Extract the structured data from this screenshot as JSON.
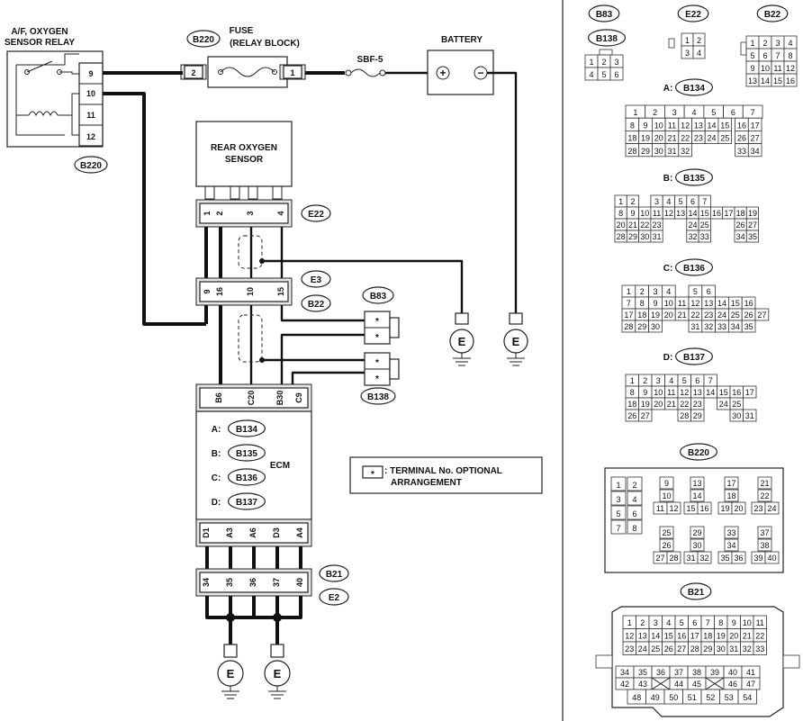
{
  "labels": {
    "relay_title_1": "A/F, OXYGEN",
    "relay_title_2": "SENSOR RELAY",
    "fuse_title_1": "FUSE",
    "fuse_title_2": "(RELAY BLOCK)",
    "sbf": "SBF-5",
    "battery": "BATTERY",
    "rear_o2_1": "REAR OXYGEN",
    "rear_o2_2": "SENSOR",
    "ecm": "ECM",
    "legend_star": "*",
    "legend_1": ": TERMINAL No. OPTIONAL",
    "legend_2": "ARRANGEMENT",
    "ground": "E",
    "plus": "+",
    "minus": "−",
    "star": "*"
  },
  "badges": {
    "B220": "B220",
    "E22": "E22",
    "E3": "E3",
    "B22": "B22",
    "B83": "B83",
    "B138": "B138",
    "B134": "B134",
    "B135": "B135",
    "B136": "B136",
    "B137": "B137",
    "B21": "B21",
    "E2": "E2"
  },
  "pins": {
    "relay": [
      "9",
      "10",
      "11",
      "12"
    ],
    "fuse_left": "2",
    "fuse_right": "1",
    "e22": [
      "1",
      "2",
      "3",
      "4"
    ],
    "e3": [
      "9",
      "16",
      "10",
      "15"
    ],
    "ecm_top": [
      "B6",
      "C20",
      "B30",
      "C9"
    ],
    "ecm_bottom": [
      "D1",
      "A3",
      "A6",
      "D3",
      "A4"
    ],
    "b21": [
      "34",
      "35",
      "36",
      "37",
      "40"
    ]
  },
  "ecm_connectors": [
    {
      "prefix": "A:",
      "badge": "B134"
    },
    {
      "prefix": "B:",
      "badge": "B135"
    },
    {
      "prefix": "C:",
      "badge": "B136"
    },
    {
      "prefix": "D:",
      "badge": "B137"
    }
  ],
  "right_panel": {
    "b83": {
      "badge": "B83"
    },
    "b138": {
      "badge": "B138",
      "rows": [
        [
          "1",
          "2",
          "3"
        ],
        [
          "4",
          "5",
          "6"
        ]
      ]
    },
    "e22": {
      "badge": "E22",
      "rows": [
        [
          "1",
          "2"
        ],
        [
          "3",
          "4"
        ]
      ]
    },
    "b22": {
      "badge": "B22",
      "rows": [
        [
          "1",
          "2",
          "3",
          "4"
        ],
        [
          "5",
          "6",
          "7",
          "8"
        ],
        [
          "9",
          "10",
          "11",
          "12"
        ],
        [
          "13",
          "14",
          "15",
          "16"
        ]
      ]
    },
    "b134": {
      "prefix": "A:",
      "badge": "B134",
      "rows": [
        [
          "1",
          "",
          "2",
          "",
          "3",
          "",
          "4",
          "",
          "5",
          "",
          "6",
          "",
          "7"
        ],
        [
          "8",
          "9",
          "10",
          "11",
          "12",
          "13",
          "14",
          "15",
          "16",
          "17"
        ],
        [
          "18",
          "19",
          "20",
          "21",
          "22",
          "23",
          "24",
          "25",
          "26",
          "27"
        ],
        [
          "28",
          "29",
          "30",
          "31",
          "32",
          "",
          "",
          "",
          "33",
          "34"
        ]
      ]
    },
    "b135": {
      "prefix": "B:",
      "badge": "B135",
      "rows": [
        [
          "1",
          "2",
          "",
          "3",
          "4",
          "5",
          "6",
          "7"
        ],
        [
          "8",
          "9",
          "10",
          "11",
          "12",
          "13",
          "14",
          "15",
          "16",
          "17",
          "18",
          "19"
        ],
        [
          "20",
          "21",
          "22",
          "23",
          "",
          "",
          "24",
          "25",
          "",
          "",
          "26",
          "27"
        ],
        [
          "28",
          "29",
          "30",
          "31",
          "",
          "",
          "32",
          "33",
          "",
          "",
          "34",
          "35"
        ]
      ]
    },
    "b136": {
      "prefix": "C:",
      "badge": "B136",
      "rows": [
        [
          "1",
          "2",
          "3",
          "4",
          "",
          "5",
          "6"
        ],
        [
          "7",
          "8",
          "9",
          "10",
          "11",
          "12",
          "13",
          "14",
          "15",
          "16"
        ],
        [
          "17",
          "18",
          "19",
          "20",
          "21",
          "22",
          "23",
          "24",
          "25",
          "26",
          "27"
        ],
        [
          "28",
          "29",
          "30",
          "",
          "",
          "31",
          "32",
          "33",
          "34",
          "35"
        ]
      ]
    },
    "b137": {
      "prefix": "D:",
      "badge": "B137",
      "rows": [
        [
          "1",
          "2",
          "3",
          "4",
          "5",
          "6",
          "7"
        ],
        [
          "8",
          "9",
          "10",
          "11",
          "12",
          "13",
          "14",
          "15",
          "16",
          "17"
        ],
        [
          "18",
          "19",
          "20",
          "21",
          "22",
          "23",
          "",
          "24",
          "25"
        ],
        [
          "26",
          "27",
          "",
          "",
          "28",
          "29",
          "",
          "",
          "30",
          "31"
        ]
      ]
    },
    "b220": {
      "badge": "B220",
      "groups": [
        [
          [
            "1",
            "2"
          ],
          [
            "3",
            "4"
          ],
          [
            "5",
            "6"
          ],
          [
            "7",
            "8"
          ]
        ],
        [
          [
            "9"
          ],
          [
            "10"
          ],
          [
            "11",
            "12"
          ]
        ],
        [
          [
            "13"
          ],
          [
            "14"
          ],
          [
            "15",
            "16"
          ]
        ],
        [
          [
            "17"
          ],
          [
            "18"
          ],
          [
            "19",
            "20"
          ]
        ],
        [
          [
            "21"
          ],
          [
            "22"
          ],
          [
            "23",
            "24"
          ]
        ],
        [
          [
            "25"
          ],
          [
            "26"
          ],
          [
            "27",
            "28"
          ]
        ],
        [
          [
            "29"
          ],
          [
            "30"
          ],
          [
            "31",
            "32"
          ]
        ],
        [
          [
            "33"
          ],
          [
            "34"
          ],
          [
            "35",
            "36"
          ]
        ],
        [
          [
            "37"
          ],
          [
            "38"
          ],
          [
            "39",
            "40"
          ]
        ]
      ]
    },
    "b21": {
      "badge": "B21",
      "rows": [
        [
          "1",
          "2",
          "3",
          "4",
          "5",
          "6",
          "7",
          "8",
          "9",
          "10",
          "11"
        ],
        [
          "12",
          "13",
          "14",
          "15",
          "16",
          "17",
          "18",
          "19",
          "20",
          "21",
          "22"
        ],
        [
          "23",
          "24",
          "25",
          "26",
          "27",
          "28",
          "29",
          "30",
          "31",
          "32",
          "33"
        ],
        [
          "34",
          "35",
          "36",
          "37",
          "38",
          "39",
          "40",
          "41"
        ],
        [
          "42",
          "43",
          "",
          "44",
          "45",
          "",
          "46",
          "47"
        ],
        [
          "48",
          "49",
          "50",
          "51",
          "52",
          "53",
          "54"
        ]
      ]
    }
  }
}
